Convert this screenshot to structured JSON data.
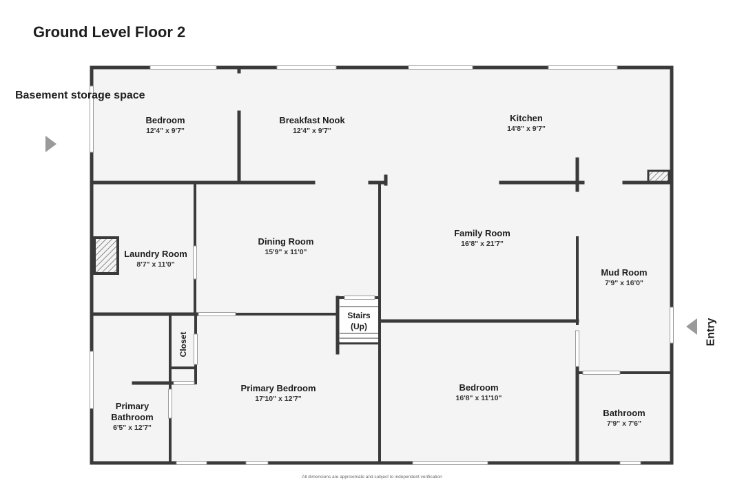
{
  "title": "Ground Level Floor 2",
  "side_labels": {
    "basement": "Basement storage space",
    "entry": "Entry"
  },
  "rooms": {
    "bedroom_top": {
      "name": "Bedroom",
      "dim": "12'4\" x 9'7\""
    },
    "breakfast_nook": {
      "name": "Breakfast Nook",
      "dim": "12'4\" x 9'7\""
    },
    "kitchen": {
      "name": "Kitchen",
      "dim": "14'8\" x 9'7\""
    },
    "laundry_room": {
      "name": "Laundry Room",
      "dim": "8'7\" x 11'0\""
    },
    "dining_room": {
      "name": "Dining Room",
      "dim": "15'9\" x 11'0\""
    },
    "family_room": {
      "name": "Family Room",
      "dim": "16'8\" x 21'7\""
    },
    "mud_room": {
      "name": "Mud Room",
      "dim": "7'9\" x 16'0\""
    },
    "primary_bedroom": {
      "name": "Primary Bedroom",
      "dim": "17'10\" x 12'7\""
    },
    "bedroom_bottom": {
      "name": "Bedroom",
      "dim": "16'8\" x 11'10\""
    },
    "primary_bathroom": {
      "name": "Primary Bathroom",
      "dim": "6'5\" x 12'7\""
    },
    "bathroom": {
      "name": "Bathroom",
      "dim": "7'9\" x 7'6\""
    }
  },
  "closet": "Closet",
  "stairs": {
    "line1": "Stairs",
    "line2": "(Up)"
  },
  "footnote": "All dimensions are approximate and subject to independent verification",
  "colors": {
    "wall": "#3a3a3a",
    "floor": "#f4f4f4",
    "window": "#ffffff",
    "arrow": "#9a9a9a"
  }
}
